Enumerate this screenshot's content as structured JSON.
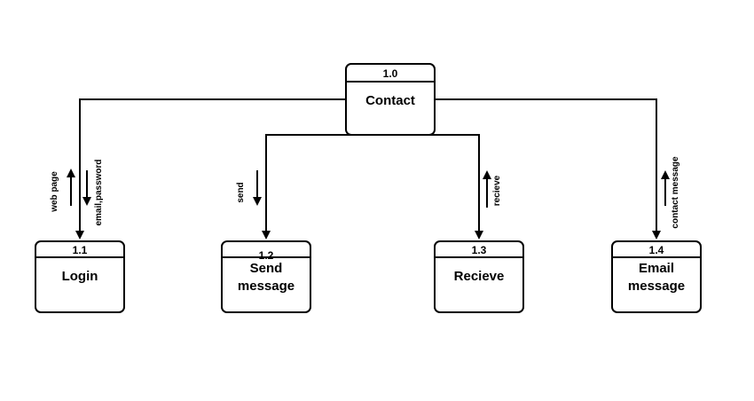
{
  "diagram": {
    "root": {
      "number": "1.0",
      "title": "Contact"
    },
    "children": [
      {
        "number": "1.1",
        "title": "Login"
      },
      {
        "number": "1.2",
        "title_line1": "Send",
        "title_line2": "message"
      },
      {
        "number": "1.3",
        "title": "Recieve"
      },
      {
        "number": "1.4",
        "title_line1": "Email",
        "title_line2": "message"
      }
    ],
    "flows": {
      "web_page": "web page",
      "email_password": "email,password",
      "send": "send",
      "recieve": "recieve",
      "contact_message": "contact message"
    }
  }
}
